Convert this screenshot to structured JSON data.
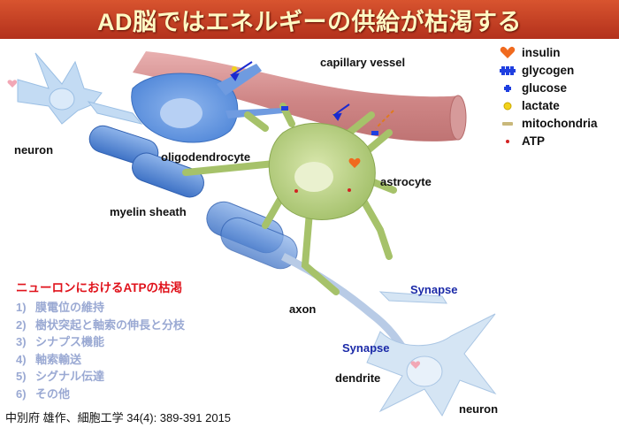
{
  "title": "AD脳ではエネルギーの供給が枯渇する",
  "labels": {
    "capillary": "capillary vessel",
    "neuron_left": "neuron",
    "oligodendrocyte": "oligodendrocyte",
    "astrocyte": "astrocyte",
    "myelin": "myelin sheath",
    "axon": "axon",
    "synapse_top": "Synapse",
    "synapse_bottom": "Synapse",
    "dendrite": "dendrite",
    "neuron_right": "neuron"
  },
  "legend": [
    {
      "symbol": "heart-icon",
      "label": "insulin",
      "color": "#f06a1e"
    },
    {
      "symbol": "glycogen-icon",
      "label": "glycogen",
      "color": "#1f3fe0"
    },
    {
      "symbol": "glucose-icon",
      "label": "glucose",
      "color": "#1f3fe0"
    },
    {
      "symbol": "lactate-icon",
      "label": "lactate",
      "color": "#f2d21b"
    },
    {
      "symbol": "mitochondria-icon",
      "label": "mitochondria",
      "color": "#c9b87a"
    },
    {
      "symbol": "atp-icon",
      "label": "ATP",
      "color": "#d32222"
    }
  ],
  "atp_section": {
    "title": "ニューロンにおけるATPの枯渇",
    "items": [
      {
        "num": "1)",
        "text": "膜電位の維持"
      },
      {
        "num": "2)",
        "text": "樹状突起と軸索の伸長と分枝"
      },
      {
        "num": "3)",
        "text": "シナプス機能"
      },
      {
        "num": "4)",
        "text": "軸索輸送"
      },
      {
        "num": "5)",
        "text": "シグナル伝達"
      },
      {
        "num": "6)",
        "text": "その他"
      }
    ]
  },
  "citation": "中別府 雄作、細胞工学 34(4): 389-391 2015"
}
